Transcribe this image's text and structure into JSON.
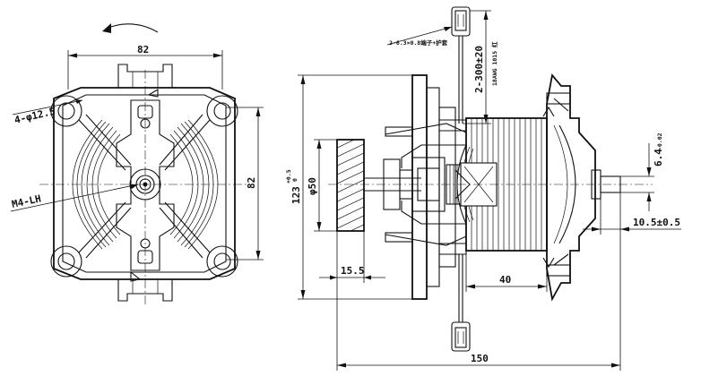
{
  "front_view": {
    "width_dim": "82",
    "height_dim": "82",
    "mount_holes": "4-φ12.5",
    "shaft_thread": "M4-LH"
  },
  "side_view": {
    "total_length": "150",
    "overall_height": "123",
    "overall_height_tol_upper": "+0.5",
    "overall_height_tol_lower": "0",
    "rotor_diameter": "φ50",
    "fan_thickness": "15.5",
    "stack_length": "40",
    "shaft_extension": "10.5±0.5",
    "shaft_diameter": "6.4",
    "shaft_diameter_tol": "-0.02",
    "lead_length": "2-300±20",
    "wire_spec": "18AWG 1015 红",
    "terminal_spec": "2-6.3×0.8端子+护套"
  }
}
